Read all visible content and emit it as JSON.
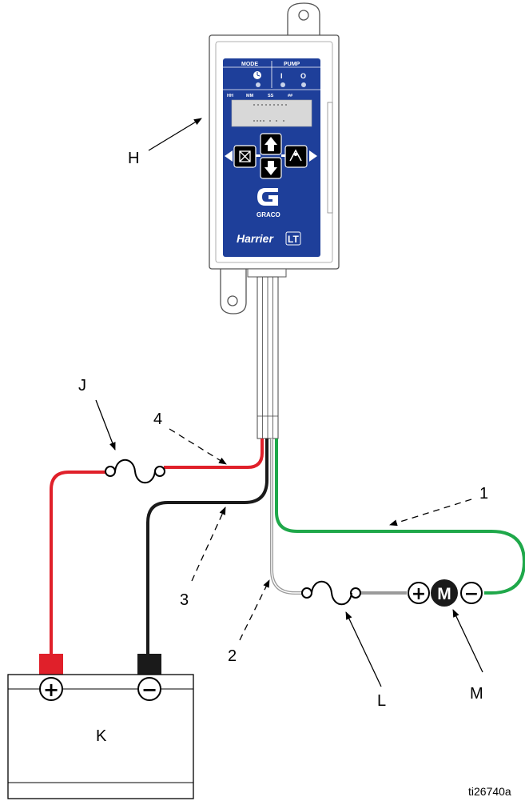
{
  "controller": {
    "mode_label": "MODE",
    "pump_label": "PUMP",
    "pump_on_symbol": "I",
    "pump_off_symbol": "O",
    "time_labels": [
      "HH",
      "MM",
      "SS",
      "##"
    ],
    "brand": "GRACO",
    "product": "Harrier",
    "product_suffix": "LT"
  },
  "callouts": {
    "H": "H",
    "J": "J",
    "K": "K",
    "L": "L",
    "M": "M",
    "wire1": "1",
    "wire2": "2",
    "wire3": "3",
    "wire4": "4"
  },
  "battery": {
    "positive": "+",
    "negative": "−"
  },
  "motor": {
    "positive": "+",
    "label": "M",
    "negative": "−"
  },
  "figure_id": "ti26740a",
  "colors": {
    "panel_blue": "#1e3f9a",
    "wire_red": "#e0202a",
    "wire_black": "#1a1a1a",
    "wire_green": "#1fa84a",
    "wire_gray": "#9a9a9a"
  }
}
